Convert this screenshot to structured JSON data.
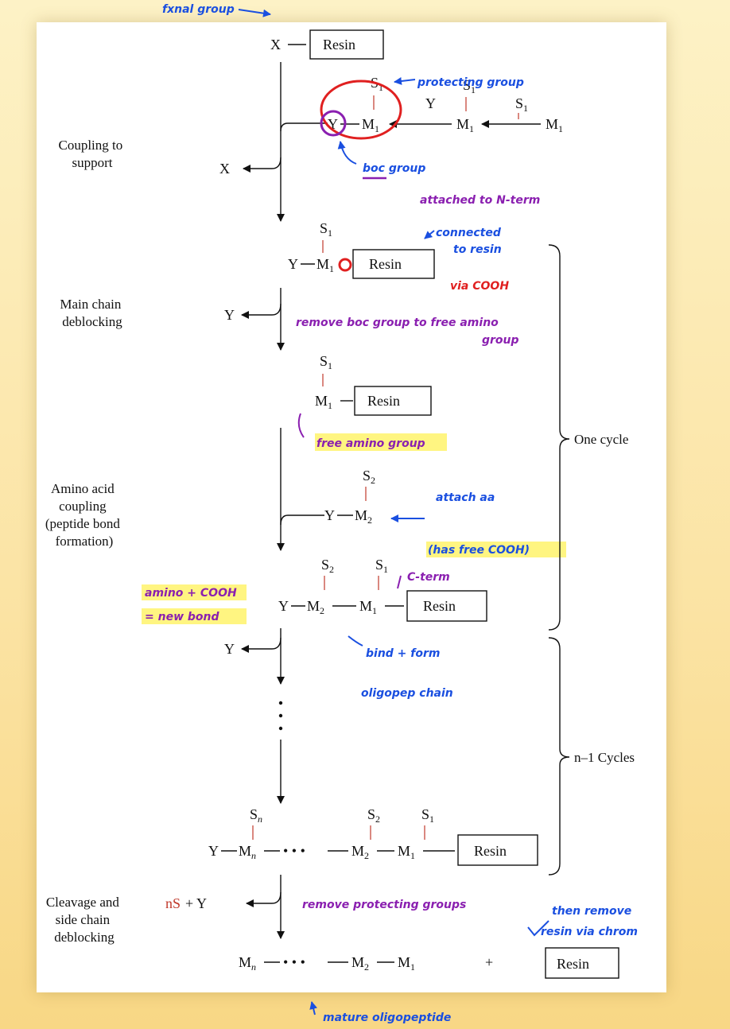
{
  "steps": {
    "coupling_support": [
      "Coupling to",
      "support"
    ],
    "main_chain": [
      "Main chain",
      "deblocking"
    ],
    "aa_coupling": [
      "Amino acid",
      "coupling",
      "(peptide bond",
      "formation)"
    ],
    "cleavage": [
      "Cleavage and",
      "side chain",
      "deblocking"
    ]
  },
  "chem": {
    "resin": "Resin",
    "X": "X",
    "Y": "Y",
    "M": "M",
    "S": "S",
    "sub1": "1",
    "sub2": "2",
    "subn": "n",
    "nS": "nS",
    "plusY": "+ Y",
    "plus": "+",
    "dots": "• • •"
  },
  "braces": {
    "one_cycle": "One cycle",
    "n_cycles": "n–1 Cycles"
  },
  "annotations": {
    "functional_group": "fxnal group",
    "protecting_group": "protecting group",
    "boc_group": "boc group",
    "attached_n_term": "attached to N-term",
    "connected": "connected",
    "to_resin": "to resin",
    "via_cooh": "via COOH",
    "remove_boc_1": "remove boc group to free amino",
    "remove_boc_2": "group",
    "free_amino": "free amino group",
    "attach_aa": "attach aa",
    "has_free_cooh": "(has free COOH)",
    "c_term": "C-term",
    "amino_cooh_1": "amino + COOH",
    "amino_cooh_2": "= new bond",
    "bind_form": "bind + form",
    "oligopep_chain": "oligopep chain",
    "remove_protecting": "remove protecting groups",
    "then_remove": "then remove",
    "resin_via_chrom": "resin via chrom",
    "mature": "mature oligopeptide"
  },
  "colors": {
    "red_group": "#c0392b",
    "m1_blue": "#2e86c1",
    "m2_green": "#1e8449",
    "ink_blue": "#1a4fe0",
    "ink_purple": "#8a1fb0",
    "ink_red": "#e02020",
    "highlight": "#fff36b"
  }
}
